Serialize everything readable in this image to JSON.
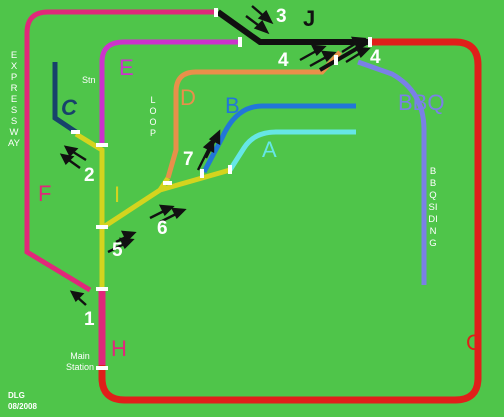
{
  "colors": {
    "background": "#4fc54a",
    "express_way": "#e0287a",
    "siding_E": "#cc33cc",
    "siding_C": "#17426b",
    "loop_D": "#e8904a",
    "siding_B": "#2277d8",
    "siding_A": "#66e6e6",
    "junction_I": "#d4d41e",
    "siding_BBQ": "#7a80e6",
    "main_G": "#e01f1a",
    "junction_J": "#101010",
    "points": "#ffffff",
    "arrows": "#111111"
  },
  "sections": {
    "F": "F",
    "E": "E",
    "C": "C",
    "D": "D",
    "B": "B",
    "A": "A",
    "I": "I",
    "J": "J",
    "BBQ": "BBQ",
    "G": "G",
    "H": "H"
  },
  "labels": {
    "express_way": "EXPRESS WAY",
    "stn": "Stn",
    "loop": "LOOP",
    "bbq_siding": "BBQ SIDING",
    "main_station": "Main Station"
  },
  "points": [
    "1",
    "2",
    "3",
    "4",
    "4",
    "5",
    "6",
    "7"
  ],
  "signature": {
    "initials": "DLG",
    "date": "08/2008"
  }
}
